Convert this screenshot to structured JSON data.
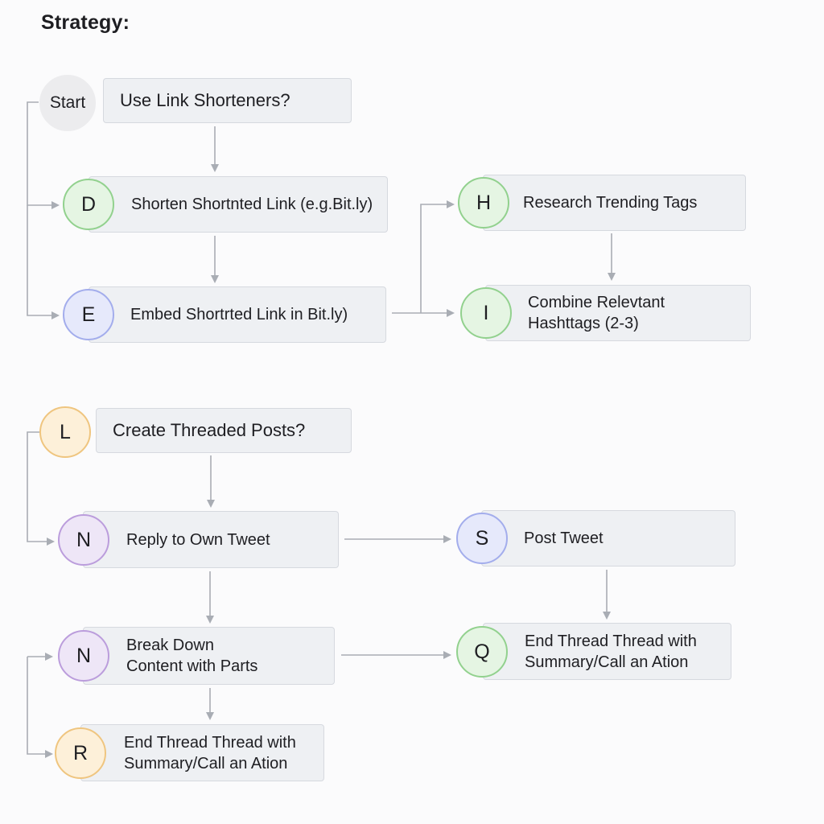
{
  "title": "Strategy:",
  "section1": {
    "start_label": "Start",
    "question": "Use Link Shorteners?",
    "node_d": {
      "letter": "D",
      "line1": "Shorten Shortnted Link (e.g.Bit.ly)"
    },
    "node_e": {
      "letter": "E",
      "line1": "Embed Shortrted Link in Bit.ly)"
    },
    "node_h": {
      "letter": "H",
      "line1": "Research Trending Tags"
    },
    "node_i": {
      "letter": "I",
      "line1": "Combine Relevtant",
      "line2": "Hashttags (2-3)"
    }
  },
  "section2": {
    "start_letter": "L",
    "question": "Create Threaded Posts?",
    "node_n1": {
      "letter": "N",
      "line1": "Reply to Own Tweet"
    },
    "node_n2": {
      "letter": "N",
      "line1": "Break Down",
      "line2": "Content with Parts"
    },
    "node_r": {
      "letter": "R",
      "line1": "End Thread Thread with",
      "line2": "Summary/Call an Ation"
    },
    "node_s": {
      "letter": "S",
      "line1": "Post Tweet"
    },
    "node_q": {
      "letter": "Q",
      "line1": "End Thread Thread with",
      "line2": "Summary/Call an Ation"
    }
  },
  "colors": {
    "green": "#92d18e",
    "blue": "#a3adec",
    "purple": "#bb9ddc",
    "orange": "#efc57f",
    "connector": "#a9adb4"
  }
}
